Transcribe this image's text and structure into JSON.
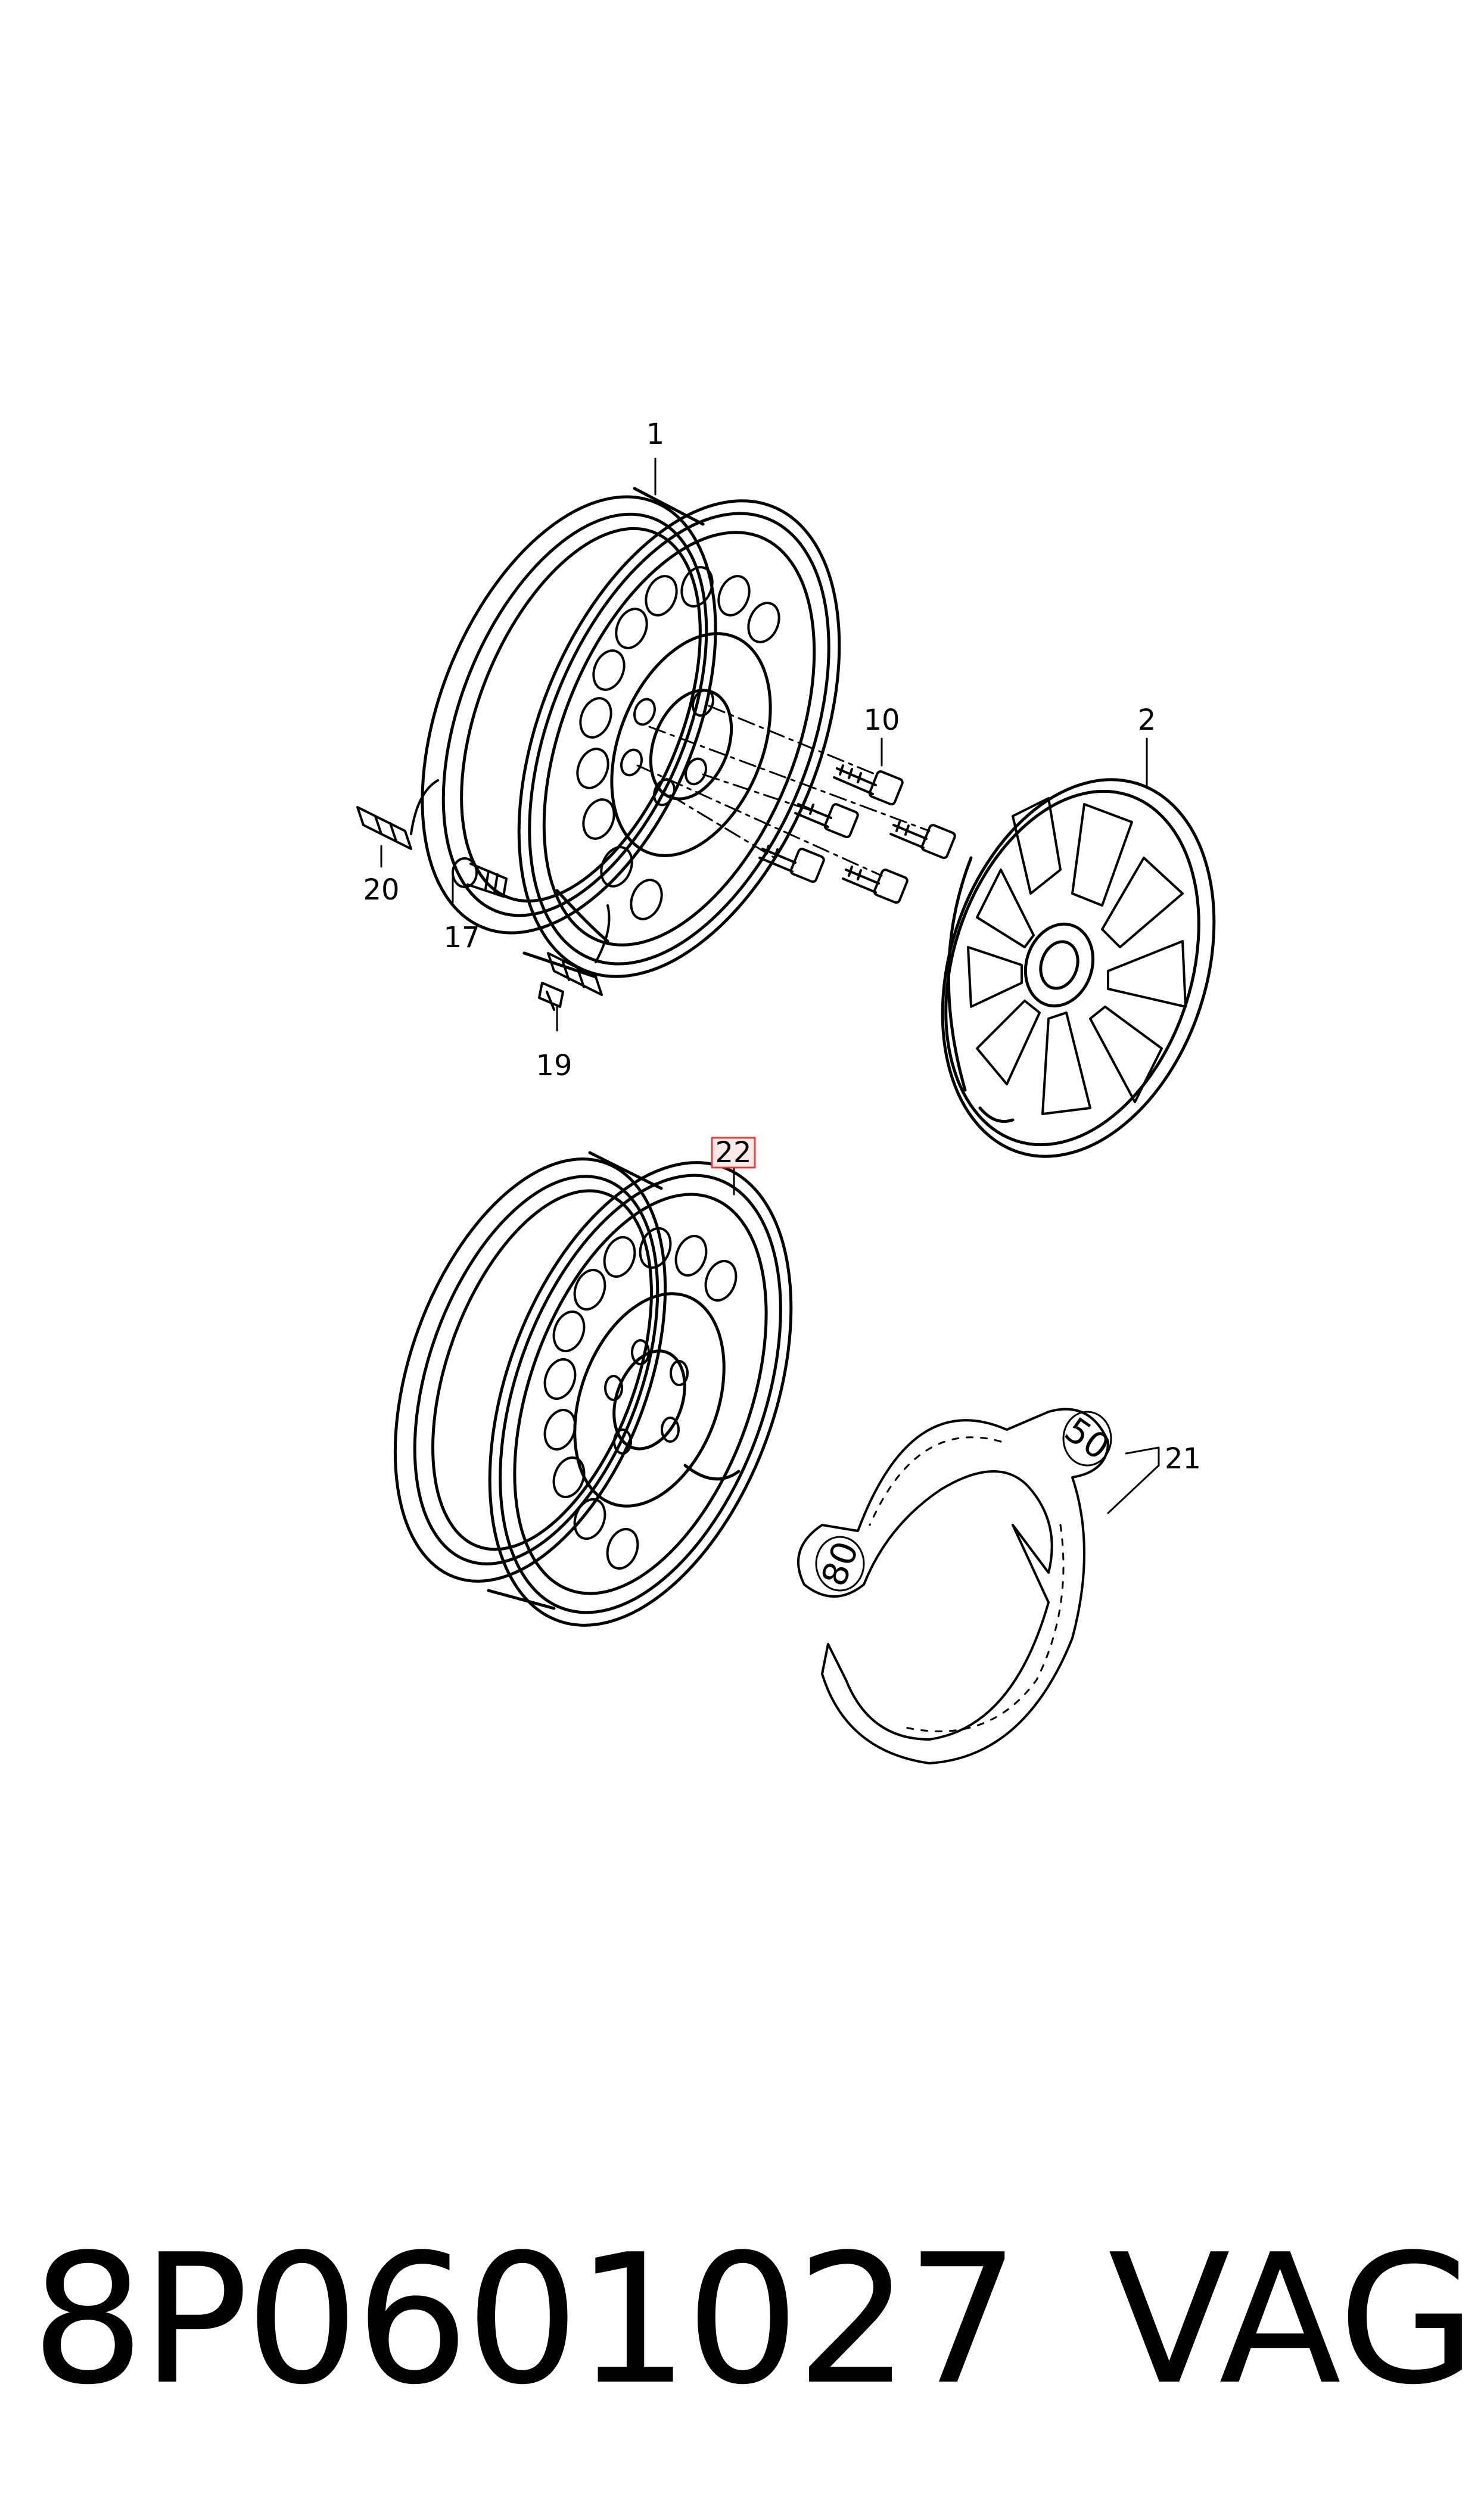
{
  "diagram": {
    "callouts": {
      "c1": "1",
      "c2": "2",
      "c10": "10",
      "c17": "17",
      "c19": "19",
      "c20": "20",
      "c21": "21",
      "c22": "22"
    },
    "highlight_color": "#e04040",
    "ring_labels": {
      "r50": "50",
      "r80": "80"
    }
  },
  "footer": {
    "part_number": "8P0601027",
    "brand": "VAG"
  }
}
